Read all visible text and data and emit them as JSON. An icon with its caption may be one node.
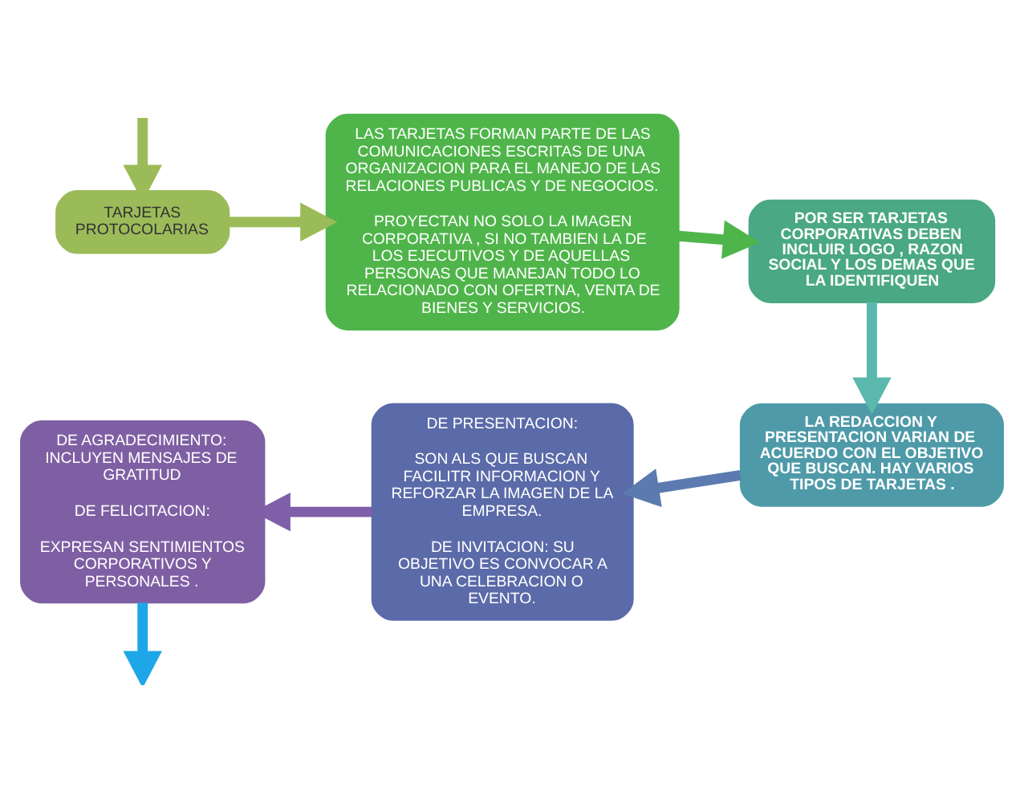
{
  "diagram": {
    "nodes": [
      {
        "text": [
          "TARJETAS PROTOCOLARIAS"
        ]
      },
      {
        "text": [
          "LAS TARJETAS FORMAN PARTE DE LAS COMUNICACIONES ESCRITAS DE UNA ORGANIZACION PARA EL MANEJO DE LAS RELACIONES PUBLICAS Y DE NEGOCIOS.",
          "PROYECTAN NO SOLO LA IMAGEN CORPORATIVA , SI NO TAMBIEN LA DE LOS EJECUTIVOS Y DE AQUELLAS PERSONAS QUE MANEJAN TODO LO RELACIONADO CON OFERTNA, VENTA DE BIENES Y SERVICIOS."
        ]
      },
      {
        "text": [
          "POR SER TARJETAS CORPORATIVAS DEBEN INCLUIR LOGO , RAZON SOCIAL Y LOS DEMAS QUE LA IDENTIFIQUEN"
        ]
      },
      {
        "text": [
          "LA REDACCION Y PRESENTACION VARIAN DE ACUERDO CON EL OBJETIVO QUE BUSCAN. HAY VARIOS TIPOS DE TARJETAS ."
        ]
      },
      {
        "text": [
          "DE PRESENTACION:",
          "SON ALS QUE BUSCAN FACILITR INFORMACION Y REFORZAR LA IMAGEN DE LA EMPRESA.",
          "DE INVITACION: SU OBJETIVO ES CONVOCAR A UNA CELEBRACION O EVENTO."
        ]
      },
      {
        "text": [
          "DE AGRADECIMIENTO: INCLUYEN MENSAJES DE GRATITUD",
          "DE FELICITACION:",
          "EXPRESAN SENTIMIENTOS CORPORATIVOS Y PERSONALES ."
        ]
      }
    ],
    "edges": [
      {
        "from": null,
        "to": 0,
        "arrow": "to",
        "color": "#9bbb59"
      },
      {
        "from": 0,
        "to": 1,
        "arrow": "to",
        "color": "#9bbb59"
      },
      {
        "from": 1,
        "to": 2,
        "arrow": "to",
        "color": "#4fb54a"
      },
      {
        "from": 2,
        "to": 3,
        "arrow": "to",
        "color": "#5bb8ad"
      },
      {
        "from": 3,
        "to": 4,
        "arrow": "to",
        "color": "#5b7bb0"
      },
      {
        "from": 4,
        "to": 5,
        "arrow": "to",
        "color": "#7e5fa8"
      },
      {
        "from": 5,
        "to": null,
        "arrow": "to",
        "color": "#1ea7e8"
      }
    ]
  }
}
